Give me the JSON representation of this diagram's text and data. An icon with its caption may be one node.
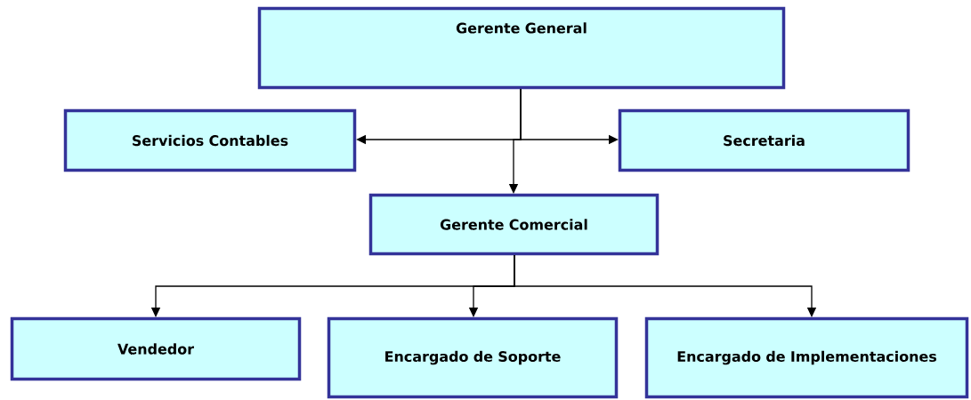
{
  "diagram": {
    "nodes": [
      {
        "text": [
          "Gerente General"
        ]
      },
      {
        "text": [
          "Servicios Contables"
        ]
      },
      {
        "text": [
          "Secretaria"
        ]
      },
      {
        "text": [
          "Gerente Comercial"
        ]
      },
      {
        "text": [
          "Vendedor"
        ]
      },
      {
        "text": [
          "Encargado de Soporte"
        ]
      },
      {
        "text": [
          "Encargado de Implementaciones"
        ]
      }
    ],
    "edges": [
      {
        "from": 0,
        "to": 1,
        "arrow": "to"
      },
      {
        "from": 0,
        "to": 2,
        "arrow": "to"
      },
      {
        "from": 0,
        "to": 3,
        "arrow": "to"
      },
      {
        "from": 3,
        "to": 4,
        "arrow": "to"
      },
      {
        "from": 3,
        "to": 5,
        "arrow": "to"
      },
      {
        "from": 3,
        "to": 6,
        "arrow": "to"
      }
    ]
  }
}
